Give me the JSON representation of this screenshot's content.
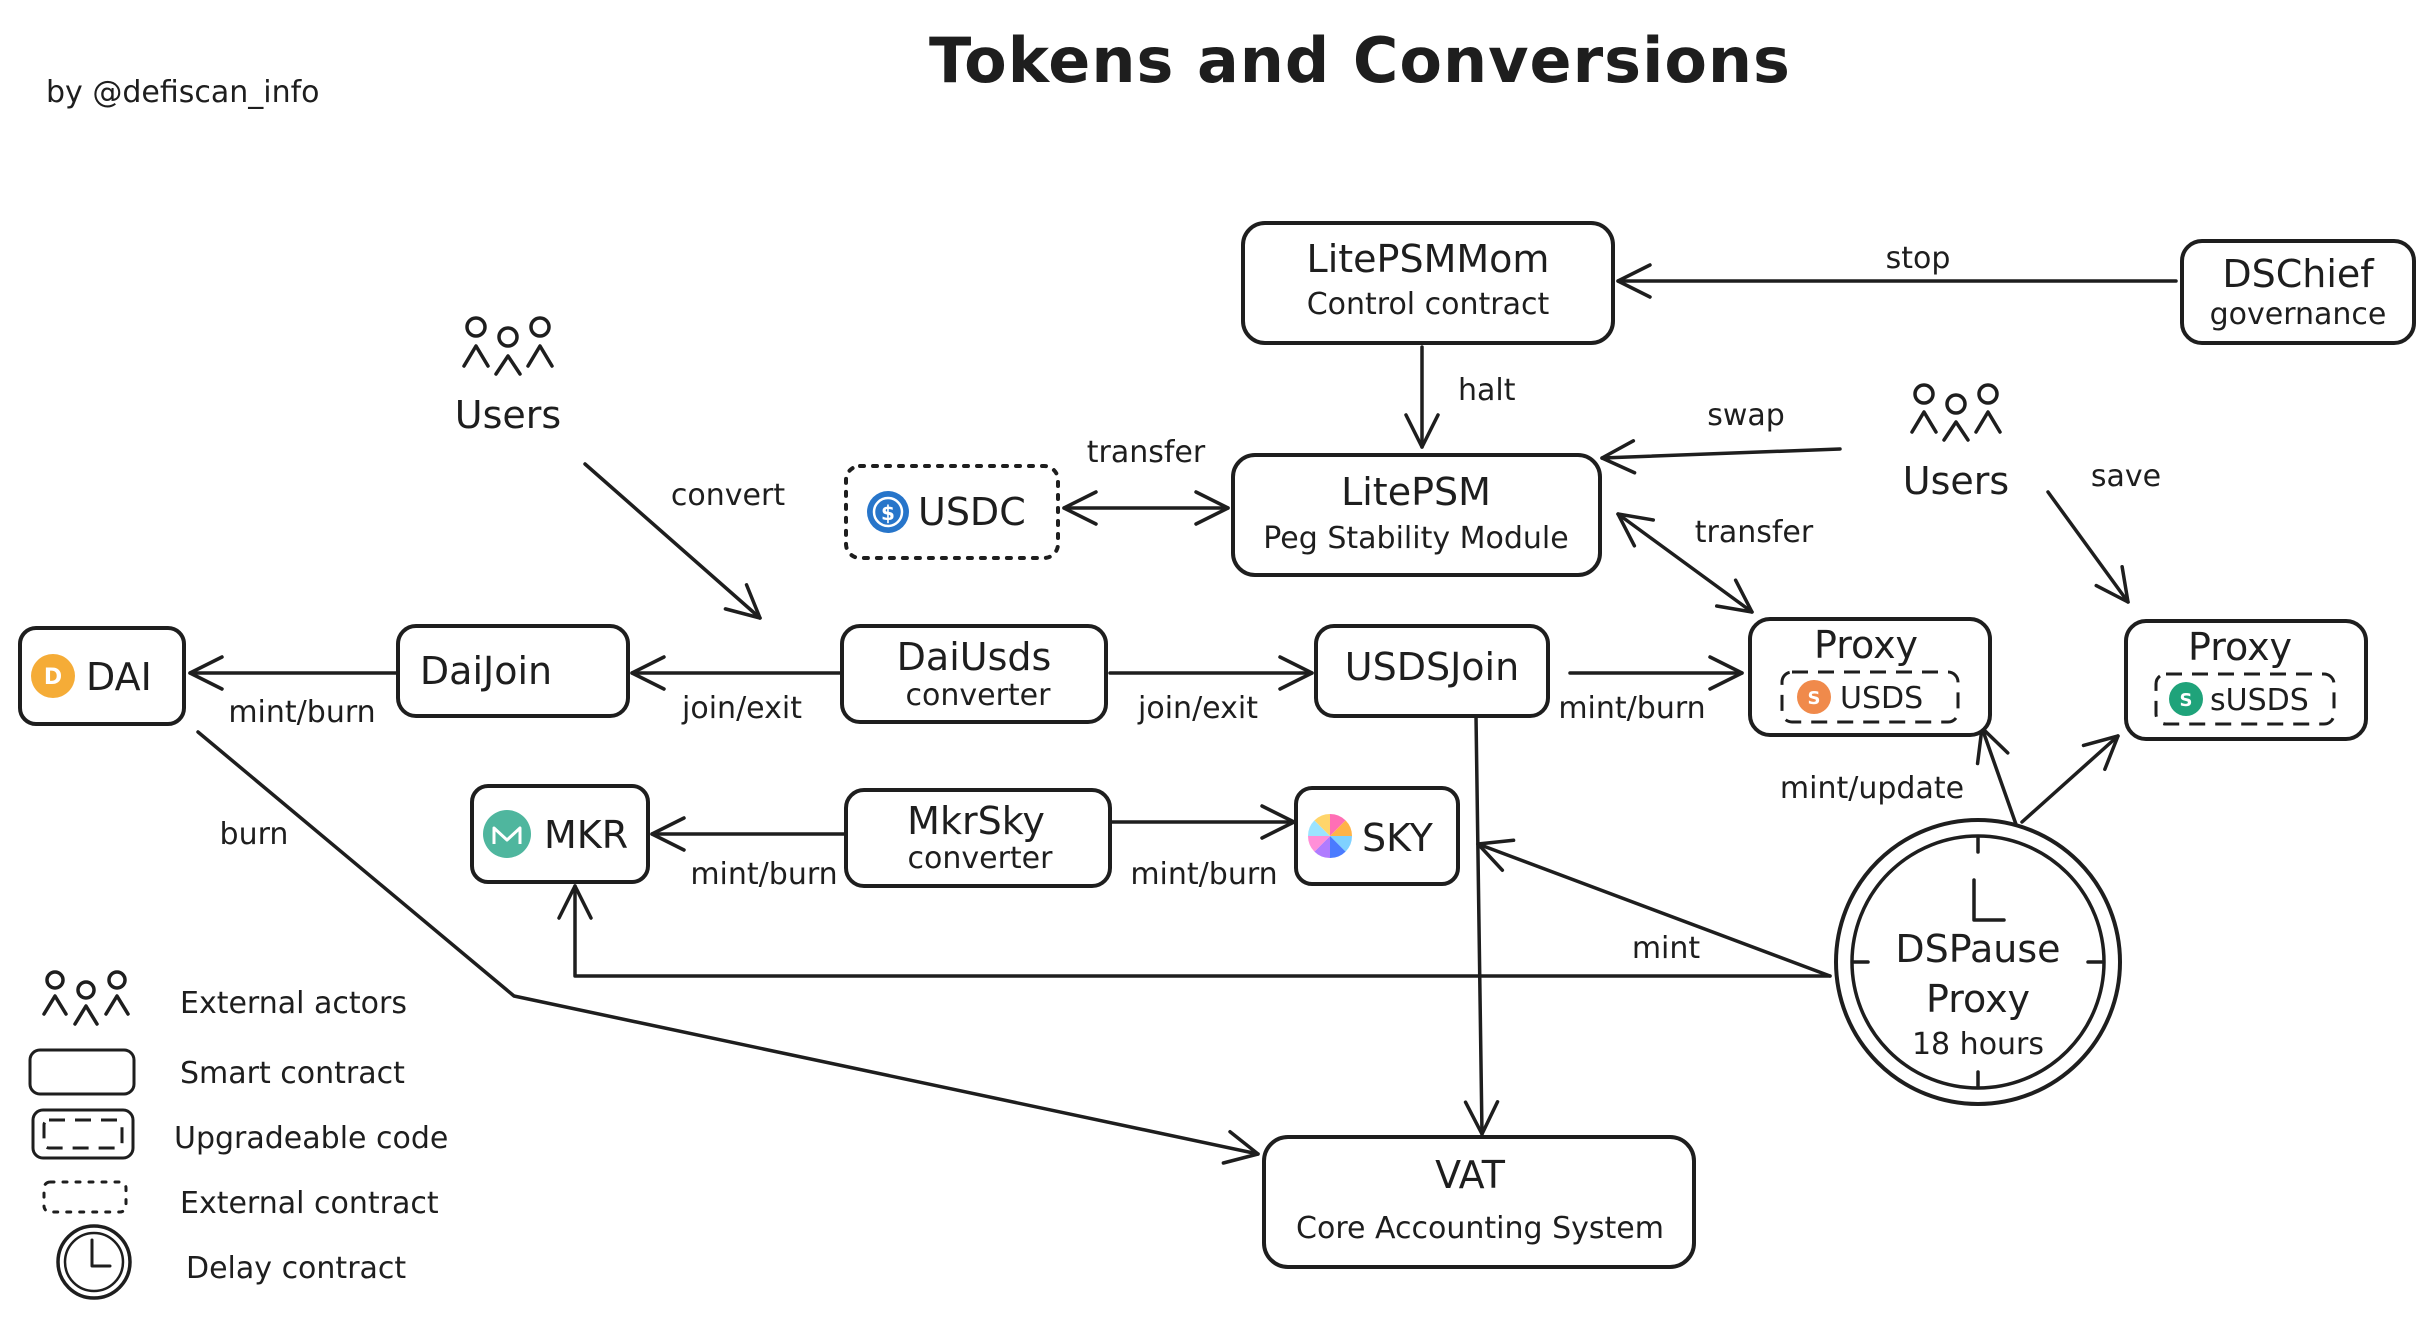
{
  "title": "Tokens and Conversions",
  "byline": "by @defiscan_info",
  "nodes": {
    "litepsmmom": {
      "title": "LitePSMMom",
      "subtitle": "Control contract"
    },
    "dschief": {
      "title": "DSChief",
      "subtitle": "governance"
    },
    "litepsm": {
      "title": "LitePSM",
      "subtitle": "Peg Stability Module"
    },
    "usdc": {
      "title": "USDC"
    },
    "users_left": {
      "title": "Users"
    },
    "users_right": {
      "title": "Users"
    },
    "dai": {
      "title": "DAI"
    },
    "daijoin": {
      "title": "DaiJoin"
    },
    "daiusds": {
      "title": "DaiUsds",
      "subtitle": "converter"
    },
    "usdsjoin": {
      "title": "USDSJoin"
    },
    "proxy_usds": {
      "title": "Proxy",
      "token": "USDS"
    },
    "proxy_susds": {
      "title": "Proxy",
      "token": "sUSDS"
    },
    "mkr": {
      "title": "MKR"
    },
    "mkrsky": {
      "title": "MkrSky",
      "subtitle": "converter"
    },
    "sky": {
      "title": "SKY"
    },
    "dspause": {
      "title": "DSPause",
      "title2": "Proxy",
      "subtitle": "18 hours"
    },
    "vat": {
      "title": "VAT",
      "subtitle": "Core Accounting System"
    }
  },
  "edges": {
    "stop": "stop",
    "halt": "halt",
    "swap": "swap",
    "transfer_usdc": "transfer",
    "transfer_proxy": "transfer",
    "convert": "convert",
    "save": "save",
    "daijoin_dai": "mint/burn",
    "daiusds_daijoin": "join/exit",
    "daiusds_usdsjoin": "join/exit",
    "usdsjoin_proxy": "mint/burn",
    "dspause_proxy": "mint/update",
    "mkrsky_mkr": "mint/burn",
    "mkrsky_sky": "mint/burn",
    "dspause_mint": "mint",
    "dai_vat": "burn"
  },
  "legend": [
    {
      "icon": "users-icon",
      "label": "External actors"
    },
    {
      "icon": "smart-contract-icon",
      "label": "Smart contract"
    },
    {
      "icon": "upgradeable-code-icon",
      "label": "Upgradeable code"
    },
    {
      "icon": "external-contract-icon",
      "label": "External contract"
    },
    {
      "icon": "clock-icon",
      "label": "Delay contract"
    }
  ],
  "colors": {
    "usdc": "#2775ca",
    "dai": "#f5ac37",
    "usds": "#f08a4b",
    "susds": "#1fa37a",
    "mkr": "#4fb69e",
    "ink": "#1e1e1e"
  }
}
